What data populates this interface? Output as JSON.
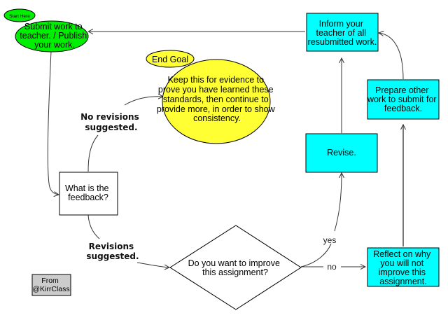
{
  "diagram": {
    "nodes": {
      "start_tag": {
        "text": [
          "Start Here"
        ],
        "color": "#00ee00"
      },
      "submit": {
        "text": [
          "Submit work to",
          "teacher. / Publish",
          "your work."
        ],
        "color": "#00ee00"
      },
      "end_goal_tag": {
        "text": [
          "End Goal"
        ],
        "color": "#ffff33"
      },
      "keep": {
        "text": [
          "Keep this for evidence to",
          "prove you have learned these",
          "standards, then continue to",
          "provide more, in order to show",
          "consistency."
        ],
        "color": "#ffff33"
      },
      "feedback": {
        "text": [
          "What is the",
          "feedback?"
        ],
        "color": "#ffffff"
      },
      "decision": {
        "text": [
          "Do you want to improve",
          "this assignment?"
        ],
        "color": "#ffffff"
      },
      "revise": {
        "text": [
          "Revise."
        ],
        "color": "#00ffff"
      },
      "inform": {
        "text": [
          "Inform your",
          "teacher of all",
          "resubmitted work."
        ],
        "color": "#00ffff"
      },
      "prepare": {
        "text": [
          "Prepare other",
          "work to submit for",
          "feedback."
        ],
        "color": "#00ffff"
      },
      "reflect": {
        "text": [
          "Reflect on why",
          "you will not",
          "improve this",
          "assignment."
        ],
        "color": "#00ffff"
      },
      "credit": {
        "text": [
          "From",
          "@KirrClass"
        ],
        "color": "#cccccc"
      }
    },
    "edge_labels": {
      "no_revisions": [
        "No revisions",
        "suggested."
      ],
      "revisions": [
        "Revisions",
        "suggested."
      ],
      "yes": "yes",
      "no": "no"
    }
  }
}
